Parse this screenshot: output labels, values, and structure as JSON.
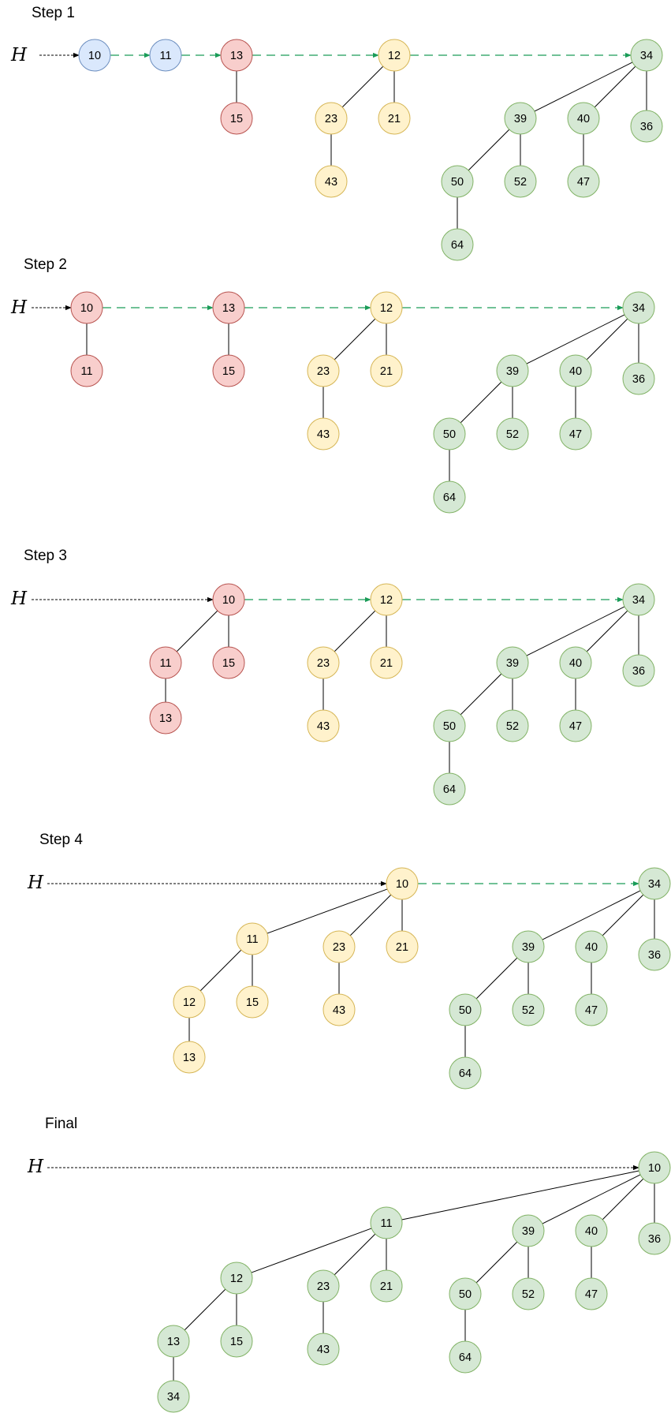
{
  "colors": {
    "blue": {
      "fill": "#dae8fc",
      "stroke": "#6c8ebf"
    },
    "red": {
      "fill": "#f8cecc",
      "stroke": "#b85450"
    },
    "yellow": {
      "fill": "#fff2cc",
      "stroke": "#d6b656"
    },
    "green": {
      "fill": "#d5e8d4",
      "stroke": "#82b366"
    },
    "root_link": "#1a9c58",
    "head_pointer": "#000000",
    "edge": "#000000"
  },
  "head_label": "H",
  "steps": [
    {
      "title": "Step 1",
      "root_list": [
        "10",
        "11",
        "13",
        "12",
        "34"
      ],
      "trees": [
        {
          "root": "10",
          "color": "blue",
          "edges": []
        },
        {
          "root": "11",
          "color": "blue",
          "edges": []
        },
        {
          "root": "13",
          "color": "red",
          "edges": [
            [
              "13",
              "15"
            ]
          ]
        },
        {
          "root": "12",
          "color": "yellow",
          "edges": [
            [
              "12",
              "23"
            ],
            [
              "12",
              "21"
            ],
            [
              "23",
              "43"
            ]
          ]
        },
        {
          "root": "34",
          "color": "green",
          "edges": [
            [
              "34",
              "39"
            ],
            [
              "34",
              "40"
            ],
            [
              "34",
              "36"
            ],
            [
              "39",
              "50"
            ],
            [
              "39",
              "52"
            ],
            [
              "40",
              "47"
            ],
            [
              "50",
              "64"
            ]
          ]
        }
      ]
    },
    {
      "title": "Step 2",
      "root_list": [
        "10",
        "13",
        "12",
        "34"
      ],
      "trees": [
        {
          "root": "10",
          "color": "red",
          "edges": [
            [
              "10",
              "11"
            ]
          ]
        },
        {
          "root": "13",
          "color": "red",
          "edges": [
            [
              "13",
              "15"
            ]
          ]
        },
        {
          "root": "12",
          "color": "yellow",
          "edges": [
            [
              "12",
              "23"
            ],
            [
              "12",
              "21"
            ],
            [
              "23",
              "43"
            ]
          ]
        },
        {
          "root": "34",
          "color": "green",
          "edges": [
            [
              "34",
              "39"
            ],
            [
              "34",
              "40"
            ],
            [
              "34",
              "36"
            ],
            [
              "39",
              "50"
            ],
            [
              "39",
              "52"
            ],
            [
              "40",
              "47"
            ],
            [
              "50",
              "64"
            ]
          ]
        }
      ]
    },
    {
      "title": "Step 3",
      "root_list": [
        "10",
        "12",
        "34"
      ],
      "trees": [
        {
          "root": "10",
          "color": "red",
          "edges": [
            [
              "10",
              "11"
            ],
            [
              "10",
              "15"
            ],
            [
              "11",
              "13"
            ]
          ]
        },
        {
          "root": "12",
          "color": "yellow",
          "edges": [
            [
              "12",
              "23"
            ],
            [
              "12",
              "21"
            ],
            [
              "23",
              "43"
            ]
          ]
        },
        {
          "root": "34",
          "color": "green",
          "edges": [
            [
              "34",
              "39"
            ],
            [
              "34",
              "40"
            ],
            [
              "34",
              "36"
            ],
            [
              "39",
              "50"
            ],
            [
              "39",
              "52"
            ],
            [
              "40",
              "47"
            ],
            [
              "50",
              "64"
            ]
          ]
        }
      ]
    },
    {
      "title": "Step 4",
      "root_list": [
        "10",
        "34"
      ],
      "trees": [
        {
          "root": "10",
          "color": "yellow",
          "edges": [
            [
              "10",
              "11"
            ],
            [
              "10",
              "23"
            ],
            [
              "10",
              "21"
            ],
            [
              "11",
              "12"
            ],
            [
              "11",
              "15"
            ],
            [
              "12",
              "13"
            ],
            [
              "23",
              "43"
            ]
          ]
        },
        {
          "root": "34",
          "color": "green",
          "edges": [
            [
              "34",
              "39"
            ],
            [
              "34",
              "40"
            ],
            [
              "34",
              "36"
            ],
            [
              "39",
              "50"
            ],
            [
              "39",
              "52"
            ],
            [
              "40",
              "47"
            ],
            [
              "50",
              "64"
            ]
          ]
        }
      ]
    },
    {
      "title": "Final",
      "root_list": [
        "10"
      ],
      "trees": [
        {
          "root": "10",
          "color": "green",
          "edges": [
            [
              "10",
              "11"
            ],
            [
              "10",
              "39"
            ],
            [
              "10",
              "40"
            ],
            [
              "10",
              "36"
            ],
            [
              "11",
              "12"
            ],
            [
              "11",
              "23"
            ],
            [
              "11",
              "21"
            ],
            [
              "12",
              "13"
            ],
            [
              "12",
              "15"
            ],
            [
              "13",
              "34"
            ],
            [
              "23",
              "43"
            ],
            [
              "39",
              "50"
            ],
            [
              "39",
              "52"
            ],
            [
              "40",
              "47"
            ],
            [
              "50",
              "64"
            ]
          ]
        }
      ]
    }
  ]
}
